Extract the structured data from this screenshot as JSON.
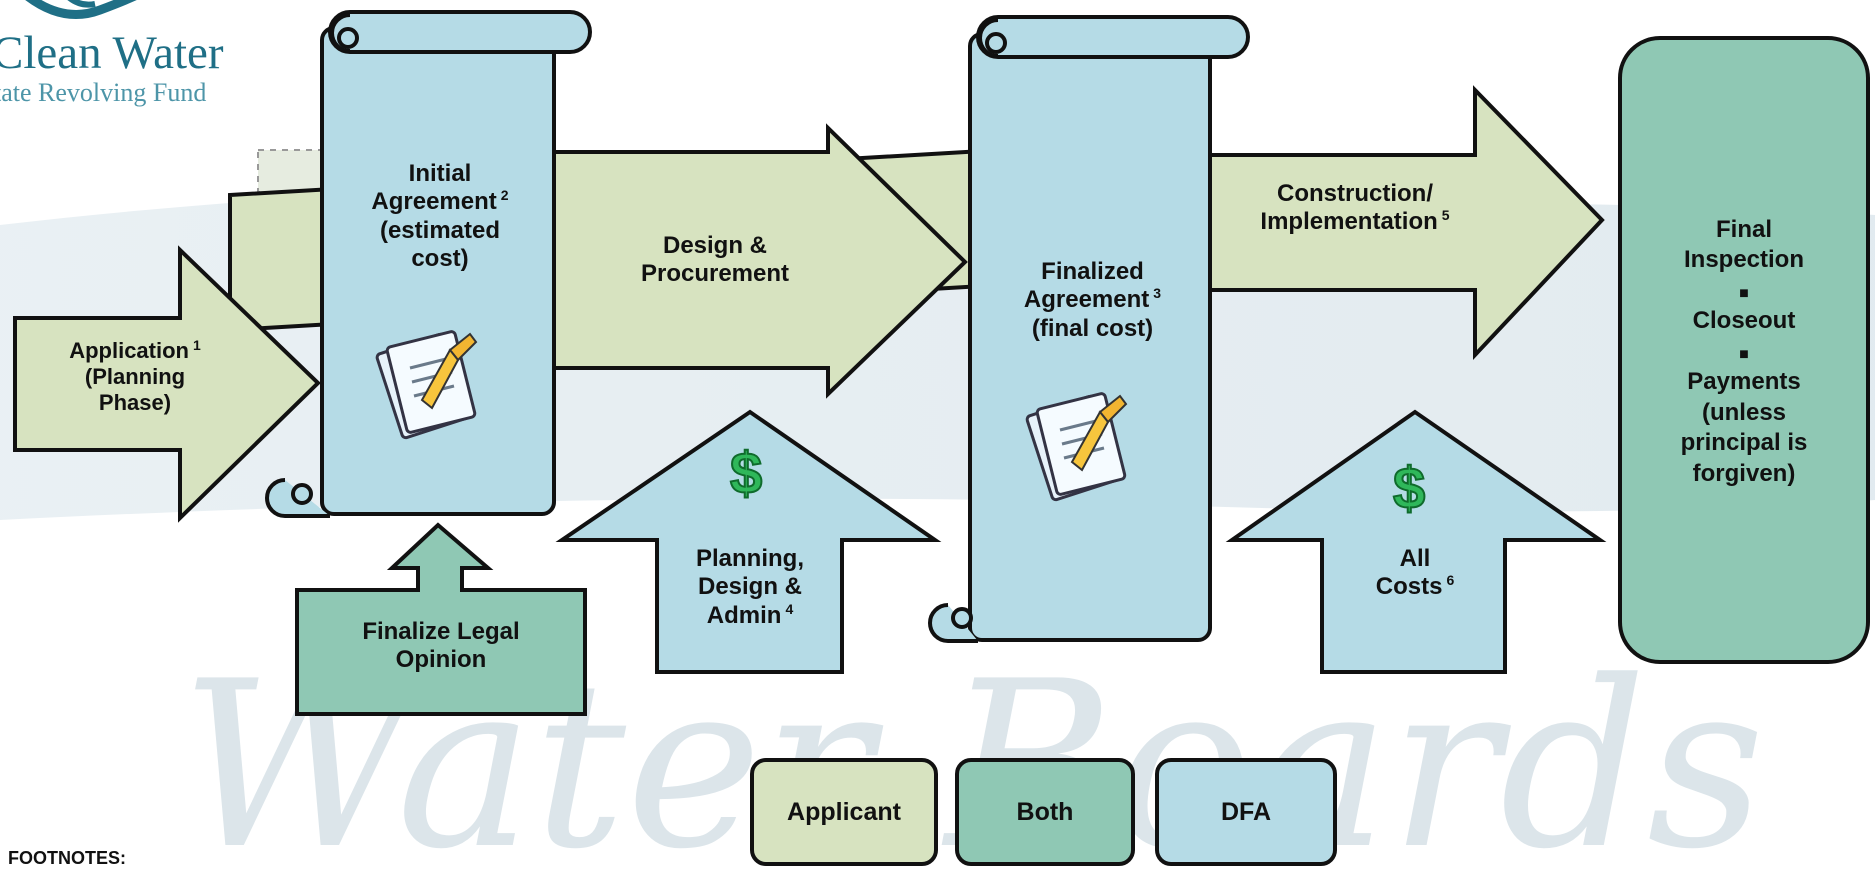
{
  "logo": {
    "title": "Clean Water",
    "subtitle": "tate Revolving Fund"
  },
  "watermark": "Water Boards",
  "colors": {
    "applicant": "#d7e3c0",
    "both": "#8fc8b4",
    "dfa": "#b5dbe6",
    "outline": "#111111",
    "dollar": "#2fb75a"
  },
  "icons": {
    "scroll": "document-scroll-icon",
    "pen": "signature-pen-icon",
    "dollar": "dollar-sign-icon"
  },
  "steps": {
    "application": {
      "line1": "Application",
      "sup": "1",
      "line2": "(Planning",
      "line3": "Phase)"
    },
    "initial_agreement": {
      "line1": "Initial",
      "line2": "Agreement",
      "sup": "2",
      "line3": "(estimated",
      "line4": "cost)"
    },
    "legal_opinion": {
      "line1": "Finalize Legal",
      "line2": "Opinion"
    },
    "design": {
      "line1": "Design &",
      "line2": "Procurement"
    },
    "planning_admin": {
      "dollar": "$",
      "line1": "Planning,",
      "line2": "Design &",
      "line3": "Admin",
      "sup": "4"
    },
    "finalized_agreement": {
      "line1": "Finalized",
      "line2": "Agreement",
      "sup": "3",
      "line3": "(final cost)"
    },
    "construction": {
      "line1": "Construction/",
      "line2": "Implementation",
      "sup": "5"
    },
    "all_costs": {
      "dollar": "$",
      "line1": "All",
      "line2": "Costs",
      "sup": "6"
    },
    "final": {
      "line1": "Final",
      "line2": "Inspection",
      "sep1": "■",
      "line3": "Closeout",
      "sep2": "■",
      "line4": "Payments",
      "line5": "(unless",
      "line6": "principal is",
      "line7": "forgiven)"
    }
  },
  "legend": {
    "applicant": "Applicant",
    "both": "Both",
    "dfa": "DFA"
  },
  "footnotes_label": "FOOTNOTES:"
}
